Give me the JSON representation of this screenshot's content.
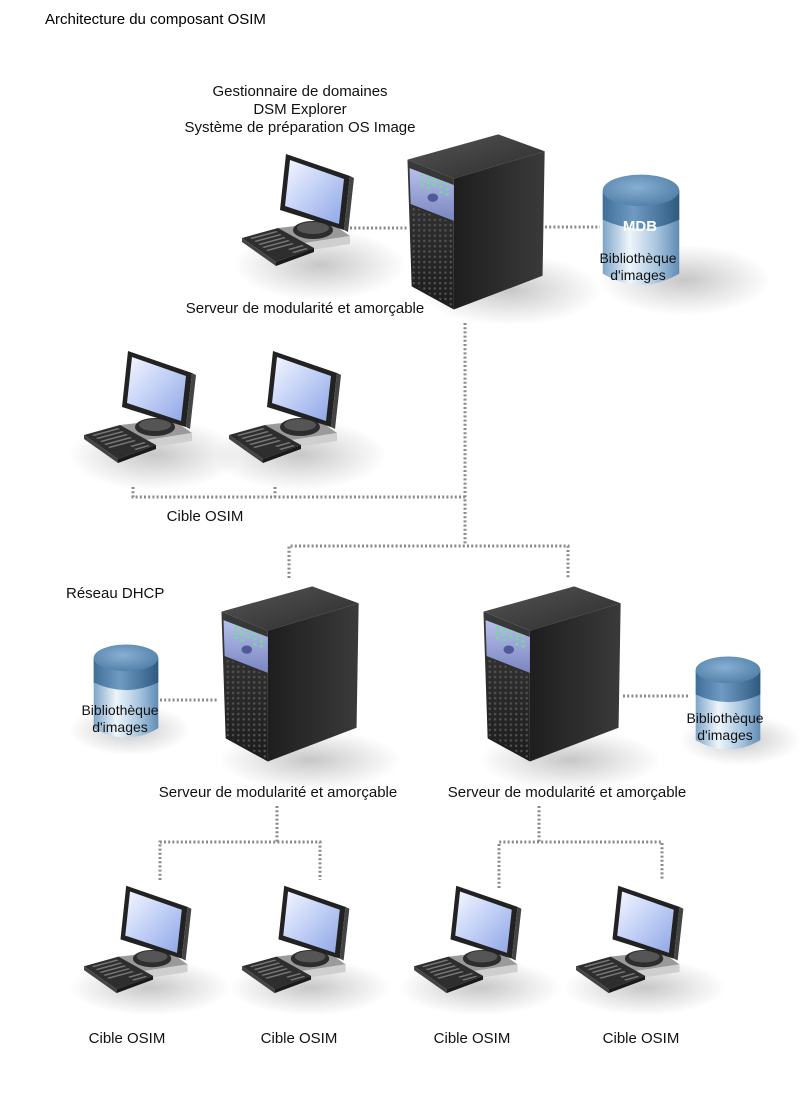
{
  "title": "Architecture du composant OSIM",
  "domain_manager": {
    "lines": [
      "Gestionnaire de domaines",
      "DSM Explorer",
      "Système de préparation OS Image"
    ],
    "icon": "computer-workstation-icon"
  },
  "main_server": {
    "label": "Serveur de modularité et amorçable",
    "icon": "server-tower-icon"
  },
  "main_database": {
    "tag": "MDB",
    "label_line1": "Bibliothèque",
    "label_line2": "d'images",
    "icon": "database-cylinder-icon"
  },
  "upper_targets": {
    "label": "Cible OSIM",
    "count": 2,
    "icon": "computer-workstation-icon"
  },
  "dhcp_network": {
    "label": "Réseau DHCP"
  },
  "left_branch": {
    "server_label": "Serveur de modularité et amorçable",
    "db_label_line1": "Bibliothèque",
    "db_label_line2": "d'images",
    "targets": [
      "Cible OSIM",
      "Cible OSIM"
    ]
  },
  "right_branch": {
    "server_label": "Serveur de modularité et amorçable",
    "db_label_line1": "Bibliothèque",
    "db_label_line2": "d'images",
    "targets": [
      "Cible OSIM",
      "Cible OSIM"
    ]
  },
  "colors": {
    "connector": "#8a8a8a",
    "server_body": "#2b2b2b",
    "server_panel": "#9aa6d8",
    "server_leds": "#6fe08a",
    "screen": "#b9c8f5",
    "db_top": "#4d7ea8",
    "db_body": "#9fc1dd"
  }
}
